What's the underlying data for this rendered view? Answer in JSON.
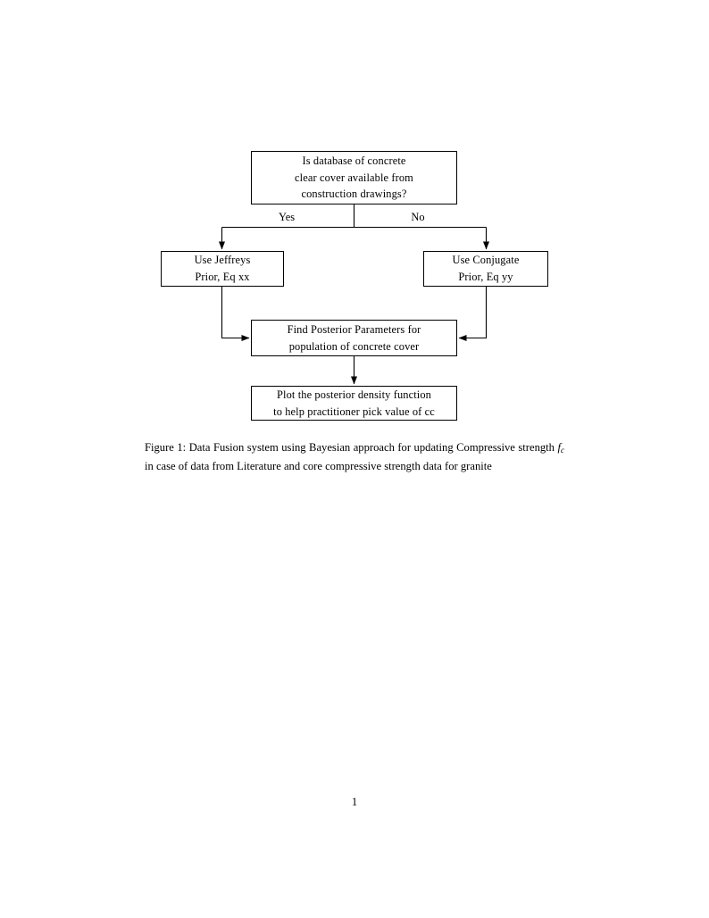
{
  "document": {
    "page_number": "1",
    "figure_label": "Figure 1:"
  },
  "figure": {
    "caption_prefix": "Figure 1:",
    "caption_part_1": "Data Fusion system using Bayesian approach for updating Compressive strength",
    "caption_math_base": "f",
    "caption_math_sub": "c",
    "caption_part_2": "in case of data from Literature and core compressive strength data for granite",
    "caption_full": "Figure 1: Data Fusion system using Bayesian approach for updating Compressive strength fc in case of data from Literature and core compressive strength data for granite"
  },
  "flowchart": {
    "nodes": [
      {
        "id": "decision",
        "type": "decision",
        "lines": [
          "Is database of concrete",
          "clear cover available from",
          "construction drawings?"
        ]
      },
      {
        "id": "jeffreys",
        "type": "process",
        "lines": [
          "Use Jeffreys",
          "Prior, Eq xx"
        ]
      },
      {
        "id": "conjugate",
        "type": "process",
        "lines": [
          "Use Conjugate",
          "Prior, Eq yy"
        ]
      },
      {
        "id": "posterior",
        "type": "process",
        "lines": [
          "Find Posterior Parameters for",
          "population of concrete cover"
        ]
      },
      {
        "id": "plot",
        "type": "process",
        "lines": [
          "Plot the posterior density function",
          "to help practitioner pick value of cc"
        ]
      }
    ],
    "edges": [
      {
        "id": "yes-branch",
        "from": "decision",
        "to": "jeffreys",
        "label": "Yes"
      },
      {
        "id": "no-branch",
        "from": "decision",
        "to": "conjugate",
        "label": "No"
      },
      {
        "id": "jeffreys-to-posterior",
        "from": "jeffreys",
        "to": "posterior",
        "label": ""
      },
      {
        "id": "conjugate-to-posterior",
        "from": "conjugate",
        "to": "posterior",
        "label": ""
      },
      {
        "id": "posterior-to-plot",
        "from": "posterior",
        "to": "plot",
        "label": ""
      }
    ],
    "colors": {
      "stroke": "#000000",
      "fill": "#ffffff",
      "text": "#000000"
    }
  }
}
